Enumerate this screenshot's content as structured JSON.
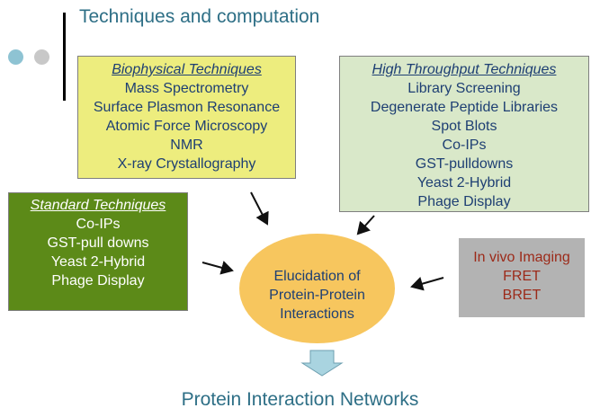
{
  "title": "Techniques and computation",
  "biophysical": {
    "header": "Biophysical Techniques",
    "items": [
      "Mass Spectrometry",
      "Surface Plasmon Resonance",
      "Atomic Force Microscopy",
      "NMR",
      "X-ray Crystallography"
    ]
  },
  "high_throughput": {
    "header": "High Throughput Techniques",
    "items": [
      "Library Screening",
      "Degenerate Peptide Libraries",
      "Spot Blots",
      "Co-IPs",
      "GST-pulldowns",
      "Yeast 2-Hybrid",
      "Phage Display"
    ]
  },
  "standard": {
    "header": "Standard Techniques",
    "items": [
      "Co-IPs",
      "GST-pull downs",
      "Yeast 2-Hybrid",
      "Phage Display"
    ]
  },
  "in_vivo": {
    "items": [
      "In vivo Imaging",
      "FRET",
      "BRET"
    ]
  },
  "center": {
    "lines": [
      "Elucidation of",
      "Protein-Protein",
      "Interactions"
    ]
  },
  "result": "Protein Interaction Networks",
  "colors": {
    "title": "#2e6f86",
    "biophysical_fill": "#eded7e",
    "high_throughput_fill": "#d9e8c9",
    "standard_fill": "#5c8a18",
    "in_vivo_fill": "#b3b3b3",
    "in_vivo_text": "#9c2a19",
    "center_fill": "#f7c65e",
    "down_arrow_fill": "#a9d4e0"
  }
}
